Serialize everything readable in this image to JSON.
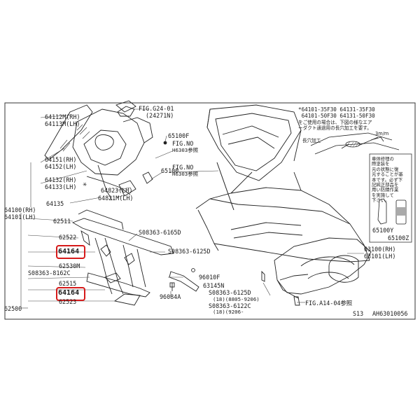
{
  "labels": {
    "l64112": "64112M(RH)",
    "l64113": "64113M(LH)",
    "fig_g24_01": "FIG.G24-01",
    "fig_g24_01_sub": "(24271N)",
    "l65100f": "65100F",
    "l64151": "64151(RH)",
    "l64152": "64152(LH)",
    "fig_h6303_a": "FIG.NO",
    "fig_h6303_a_sub": "H6303参照",
    "l64132": "64132(RH)",
    "l64133": "64133(LH)",
    "l65100": "65100",
    "fig_h6303_b": "FIG.NO",
    "fig_h6303_b_sub": "H6303参照",
    "l64823": "64823(LH)",
    "l64821": "64821M(LH)",
    "l64135": "64135",
    "l64100": "64100(RH)",
    "l64101": "64101(LH)",
    "l62511": "62511",
    "l62522": "62522",
    "l64164a": "64164",
    "l62530m": "62530M",
    "l08363_8162c": "S08363-8162C",
    "l62515": "62515",
    "l64164b": "64164",
    "l62523": "62523",
    "l62500": "62500",
    "l08363_6165d": "S08363-6165D",
    "l08363_6125d": "S08363-6125D",
    "l96010f": "96010F",
    "l63145n": "63145N",
    "l96084a": "96084A",
    "l08363_6125d_b": "S08363-6125D",
    "l08363_6125d_b_sub": "(18)(8805-9206)",
    "l08363_6122c": "S08363-6122C",
    "l08363_6122c_sub": "(18)(9206-",
    "fig_a14_04": "FIG.A14-04参照",
    "l63100": "63100(RH)",
    "l63101": "63101(LH)",
    "l65100y": "65100Y",
    "l65100z": "65100Z",
    "footer_model": "S13",
    "footer_code": "AH63010056"
  },
  "note": {
    "line1": "*64101-35F30 64131-35F30",
    "line2": " 64101-50F30 64131-50F30",
    "line3": "をご使用の場合は、下図の様なエア",
    "line4": "ーダクト通過用の長穴加工を要す。",
    "slot_label": "長穴加工",
    "dim_label": "3m/m"
  },
  "sealant_note": "車体修理の\n際塗装を\n元の状態に復\n元することが基\n本です。必ず下\n記純正部品を\n用い防錆作業\nを実施して\n下さい。"
}
